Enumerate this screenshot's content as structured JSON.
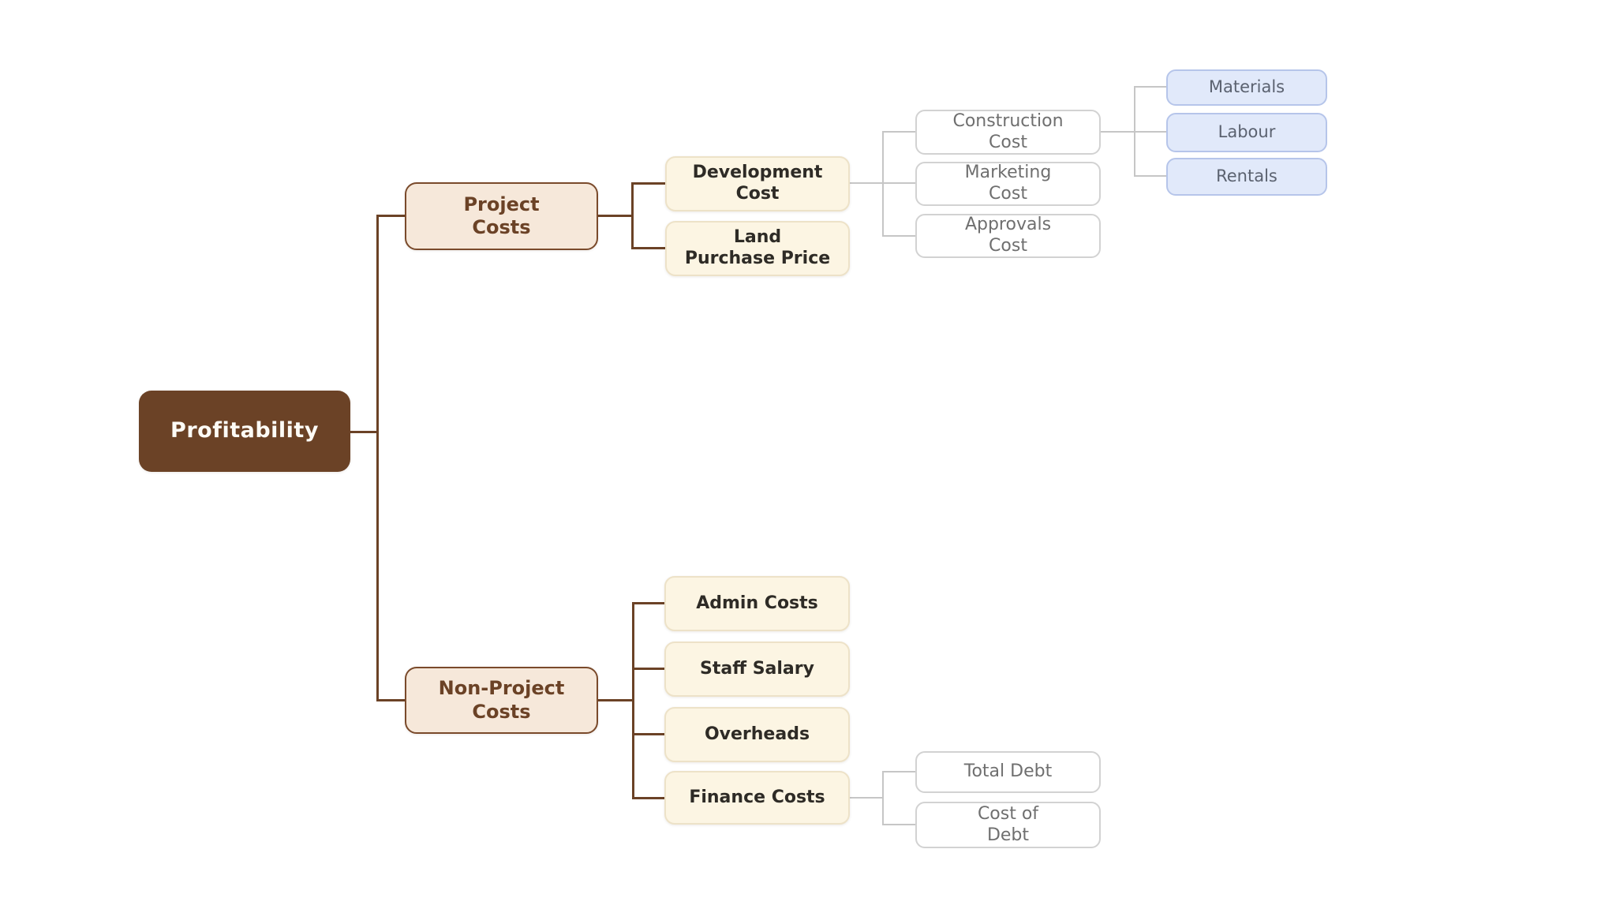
{
  "diagram": {
    "type": "mind-map",
    "root_label": "Profitability",
    "hierarchy": {
      "Profitability": {
        "Project Costs": {
          "Development Cost": {
            "Construction Cost": [
              "Materials",
              "Labour",
              "Rentals"
            ],
            "Marketing Cost": [],
            "Approvals Cost": []
          },
          "Land Purchase Price": []
        },
        "Non-Project Costs": {
          "Admin Costs": [],
          "Staff Salary": [],
          "Overheads": [],
          "Finance Costs": [
            "Total Debt",
            "Cost of Debt"
          ]
        }
      }
    }
  },
  "nodes": {
    "profitability": {
      "label": "Profitability"
    },
    "project_costs": {
      "label": "Project\nCosts"
    },
    "non_project_costs": {
      "label": "Non-Project\nCosts"
    },
    "development_cost": {
      "label": "Development\nCost"
    },
    "land_purchase_price": {
      "label": "Land\nPurchase Price"
    },
    "construction_cost": {
      "label": "Construction\nCost"
    },
    "marketing_cost": {
      "label": "Marketing\nCost"
    },
    "approvals_cost": {
      "label": "Approvals\nCost"
    },
    "materials": {
      "label": "Materials"
    },
    "labour": {
      "label": "Labour"
    },
    "rentals": {
      "label": "Rentals"
    },
    "admin_costs": {
      "label": "Admin Costs"
    },
    "staff_salary": {
      "label": "Staff Salary"
    },
    "overheads": {
      "label": "Overheads"
    },
    "finance_costs": {
      "label": "Finance Costs"
    },
    "total_debt": {
      "label": "Total Debt"
    },
    "cost_of_debt": {
      "label": "Cost of\nDebt"
    }
  },
  "colors": {
    "background": "#ffffff",
    "root_fill": "#6b4226",
    "root_text": "#fdfbf6",
    "branch_fill": "#f6e8da",
    "branch_border": "#7a4a2b",
    "branch_text": "#6b4226",
    "cream_fill": "#fcf5e3",
    "cream_border": "#ede2c8",
    "cream_text": "#2e2b26",
    "plain_fill": "#ffffff",
    "plain_border": "#d2d2d2",
    "plain_text": "#6f6f6f",
    "blue_fill": "#e1e9fa",
    "blue_border": "#b6c5ea",
    "blue_text": "#5b6270",
    "line_brown": "#6b4226",
    "line_gray": "#c6c6c6"
  }
}
